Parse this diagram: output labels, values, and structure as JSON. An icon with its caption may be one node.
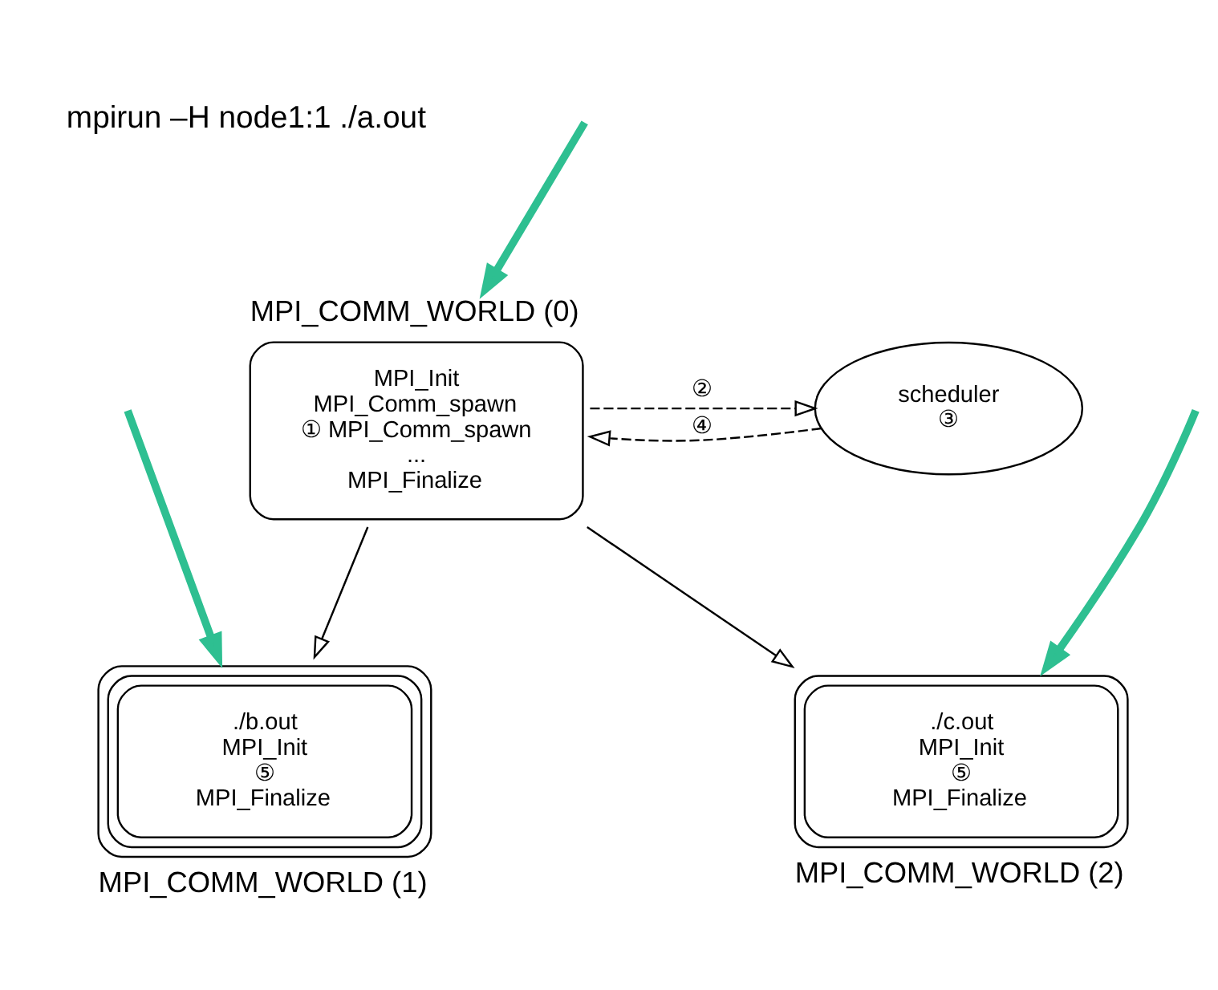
{
  "diagram": {
    "nodes": [
      {
        "text": [
          "scheduler",
          "③"
        ]
      },
      {
        "text": [
          "MPI_Init",
          "MPI_Comm_spawn",
          "① MPI_Comm_spawn",
          "...",
          "MPI_Finalize"
        ],
        "beside": [
          "MPI_COMM_WORLD (0)"
        ]
      },
      {
        "text": [
          "./b.out",
          "MPI_Init",
          "⑤",
          "MPI_Finalize"
        ],
        "beside": [
          "MPI_COMM_WORLD (1)"
        ]
      },
      {
        "text": [
          "./c.out",
          "MPI_Init",
          "⑤",
          "MPI_Finalize"
        ],
        "beside": [
          "MPI_COMM_WORLD (2)"
        ]
      }
    ],
    "edges": [
      {
        "from": 1,
        "to": 0,
        "arrow": "to",
        "label": "②",
        "style": "dashed"
      },
      {
        "from": 0,
        "to": 1,
        "arrow": "to",
        "label": "④",
        "style": "dashed"
      },
      {
        "from": 1,
        "to": 2,
        "arrow": "to"
      },
      {
        "from": 1,
        "to": 3,
        "arrow": "to"
      },
      {
        "from": null,
        "to": 1,
        "arrow": "to",
        "style": "thick",
        "color": "#2ebf91"
      },
      {
        "from": null,
        "to": 2,
        "arrow": "to",
        "style": "thick",
        "color": "#2ebf91"
      },
      {
        "from": null,
        "to": 3,
        "arrow": "to",
        "style": "thick",
        "color": "#2ebf91"
      }
    ],
    "labels": [
      "mpirun –H node1:1 ./a.out"
    ]
  }
}
